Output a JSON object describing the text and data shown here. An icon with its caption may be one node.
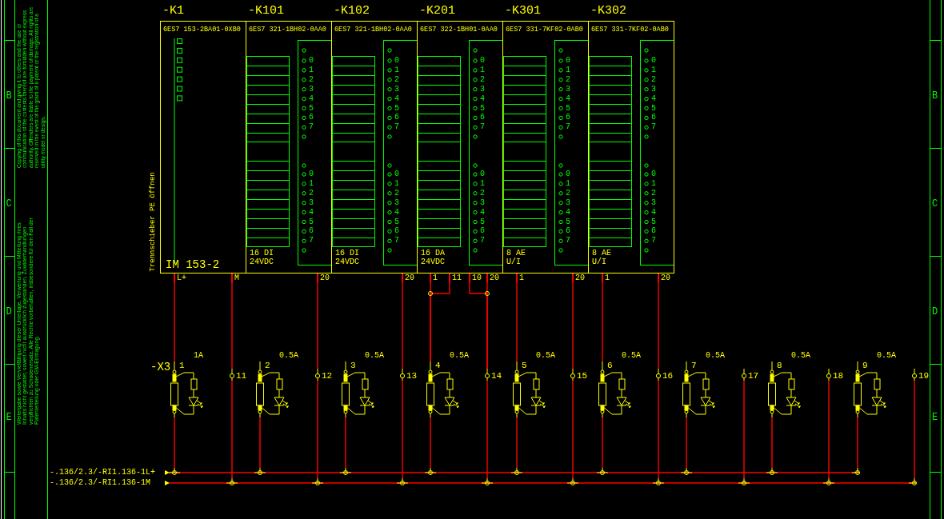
{
  "diagram": {
    "nodes": [
      {
        "text": [
          "-K1",
          "6ES7 153-2BA01-0XB0",
          "IM 153-2"
        ]
      },
      {
        "text": [
          "-K101",
          "6ES7 321-1BH02-0AA0",
          "16 DI 24VDC"
        ]
      },
      {
        "text": [
          "0",
          "1",
          "2",
          "3",
          "4",
          "5",
          "6",
          "7",
          "0",
          "1",
          "2",
          "3",
          "4",
          "5",
          "6",
          "7"
        ],
        "in": 1
      },
      {
        "text": [
          "-K102",
          "6ES7 321-1BH02-0AA0",
          "16 DI 24VDC"
        ]
      },
      {
        "text": [
          "0",
          "1",
          "2",
          "3",
          "4",
          "5",
          "6",
          "7",
          "0",
          "1",
          "2",
          "3",
          "4",
          "5",
          "6",
          "7"
        ],
        "in": 3
      },
      {
        "text": [
          "-K201",
          "6ES7 322-1BH01-0AA0",
          "16 DA 24VDC"
        ]
      },
      {
        "text": [
          "0",
          "1",
          "2",
          "3",
          "4",
          "5",
          "6",
          "7",
          "0",
          "1",
          "2",
          "3",
          "4",
          "5",
          "6",
          "7"
        ],
        "in": 5
      },
      {
        "text": [
          "-K301",
          "6ES7 331-7KF02-0AB0",
          "8 AE U/I"
        ]
      },
      {
        "text": [
          "0",
          "1",
          "2",
          "3",
          "4",
          "5",
          "6",
          "7",
          "0",
          "1",
          "2",
          "3",
          "4",
          "5",
          "6",
          "7"
        ],
        "in": 7
      },
      {
        "text": [
          "-K302",
          "6ES7 331-7KF02-0AB0",
          "8 AE U/I"
        ]
      },
      {
        "text": [
          "0",
          "1",
          "2",
          "3",
          "4",
          "5",
          "6",
          "7",
          "0",
          "1",
          "2",
          "3",
          "4",
          "5",
          "6",
          "7"
        ],
        "in": 9
      },
      {
        "text": [
          "L+"
        ]
      },
      {
        "text": [
          "M"
        ]
      },
      {
        "text": [
          "20"
        ]
      },
      {
        "text": [
          "20"
        ]
      },
      {
        "text": [
          "1"
        ]
      },
      {
        "text": [
          "11"
        ]
      },
      {
        "text": [
          "10"
        ]
      },
      {
        "text": [
          "20"
        ]
      },
      {
        "text": [
          "1"
        ]
      },
      {
        "text": [
          "20"
        ]
      },
      {
        "text": [
          "1"
        ]
      },
      {
        "text": [
          "20"
        ]
      },
      {
        "text": [
          "1"
        ],
        "beside": [
          "1A"
        ]
      },
      {
        "text": [
          "11"
        ]
      },
      {
        "text": [
          "2"
        ],
        "beside": [
          "0.5A"
        ]
      },
      {
        "text": [
          "12"
        ]
      },
      {
        "text": [
          "3"
        ],
        "beside": [
          "0.5A"
        ]
      },
      {
        "text": [
          "13"
        ]
      },
      {
        "text": [
          "4"
        ],
        "beside": [
          "0.5A"
        ]
      },
      {
        "text": [
          "14"
        ]
      },
      {
        "text": [
          "5"
        ],
        "beside": [
          "0.5A"
        ]
      },
      {
        "text": [
          "15"
        ]
      },
      {
        "text": [
          "6"
        ],
        "beside": [
          "0.5A"
        ]
      },
      {
        "text": [
          "16"
        ]
      },
      {
        "text": [
          "7"
        ],
        "beside": [
          "0.5A"
        ]
      },
      {
        "text": [
          "17"
        ]
      },
      {
        "text": [
          "8"
        ],
        "beside": [
          "0.5A"
        ]
      },
      {
        "text": [
          "18"
        ]
      },
      {
        "text": [
          "9"
        ],
        "beside": [
          "0.5A"
        ]
      },
      {
        "text": [
          "19"
        ]
      },
      {
        "text": [
          "-.136/2.3/-RI1.136-1L+"
        ]
      },
      {
        "text": [
          "-.136/2.3/-RI1.136-1M"
        ]
      }
    ],
    "edges": [
      {
        "from": 11,
        "to": 23,
        "arrow": "none"
      },
      {
        "from": 12,
        "to": 24,
        "arrow": "none"
      },
      {
        "from": 13,
        "to": 26,
        "arrow": "none"
      },
      {
        "from": 14,
        "to": 28,
        "arrow": "none"
      },
      {
        "from": 15,
        "to": 29,
        "arrow": "none"
      },
      {
        "from": 16,
        "to": 29,
        "arrow": "none"
      },
      {
        "from": 17,
        "to": 30,
        "arrow": "none"
      },
      {
        "from": 18,
        "to": 30,
        "arrow": "none"
      },
      {
        "from": 19,
        "to": 31,
        "arrow": "none"
      },
      {
        "from": 20,
        "to": 32,
        "arrow": "none"
      },
      {
        "from": 21,
        "to": 33,
        "arrow": "none"
      },
      {
        "from": 22,
        "to": 34,
        "arrow": "none"
      },
      {
        "from": 23,
        "to": 41,
        "arrow": "none"
      },
      {
        "from": 24,
        "to": 42,
        "arrow": "none"
      },
      {
        "from": 25,
        "to": 41,
        "arrow": "none"
      },
      {
        "from": 26,
        "to": 42,
        "arrow": "none"
      },
      {
        "from": 27,
        "to": 41,
        "arrow": "none"
      },
      {
        "from": 28,
        "to": 42,
        "arrow": "none"
      },
      {
        "from": 29,
        "to": 41,
        "arrow": "none"
      },
      {
        "from": 30,
        "to": 42,
        "arrow": "none"
      },
      {
        "from": 31,
        "to": 41,
        "arrow": "none"
      },
      {
        "from": 32,
        "to": 42,
        "arrow": "none"
      },
      {
        "from": 33,
        "to": 41,
        "arrow": "none"
      },
      {
        "from": 34,
        "to": 42,
        "arrow": "none"
      },
      {
        "from": 35,
        "to": 41,
        "arrow": "none"
      },
      {
        "from": 36,
        "to": 42,
        "arrow": "none"
      },
      {
        "from": 37,
        "to": 41,
        "arrow": "none"
      },
      {
        "from": 38,
        "to": 42,
        "arrow": "none"
      },
      {
        "from": 39,
        "to": 41,
        "arrow": "none"
      },
      {
        "from": 40,
        "to": 42,
        "arrow": "none"
      }
    ],
    "labels": [
      "Copying of this document and giving it to others and the use or communication of the contents thereof are forbidden without express authority. Offenders are liable to the payment of damage. All rights are reserved in the event of the grant of a patent or the registration of a utility model or design.",
      "Weitergabe sowie Vervielfältigung dieser Unterlage, Verwertung und Mitteilung ihres Inhalts nicht gestattet, soweit nicht ausdrücklich zugestanden. Zuwiderhandlungen verpflichten zu Schadenersatz. Alle Rechte vorbehalten, insbesondere für den Fall der Patenterteilung oder GM-Eintragung.",
      "B",
      "C",
      "D",
      "E",
      "Trennschieber PE öffnen",
      "-X3",
      "B",
      "C",
      "D",
      "E"
    ]
  }
}
